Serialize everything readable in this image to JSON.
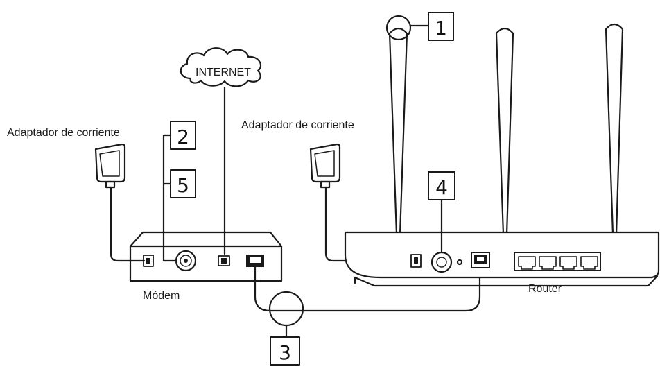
{
  "labels": {
    "internet": "INTERNET",
    "adapter_left": "Adaptador de corriente",
    "adapter_right": "Adaptador de corriente",
    "modem": "Módem",
    "router": "Router"
  },
  "steps": [
    "1",
    "2",
    "3",
    "4",
    "5"
  ],
  "colors": {
    "line": "#1a1a1a",
    "fill": "#ffffff"
  }
}
